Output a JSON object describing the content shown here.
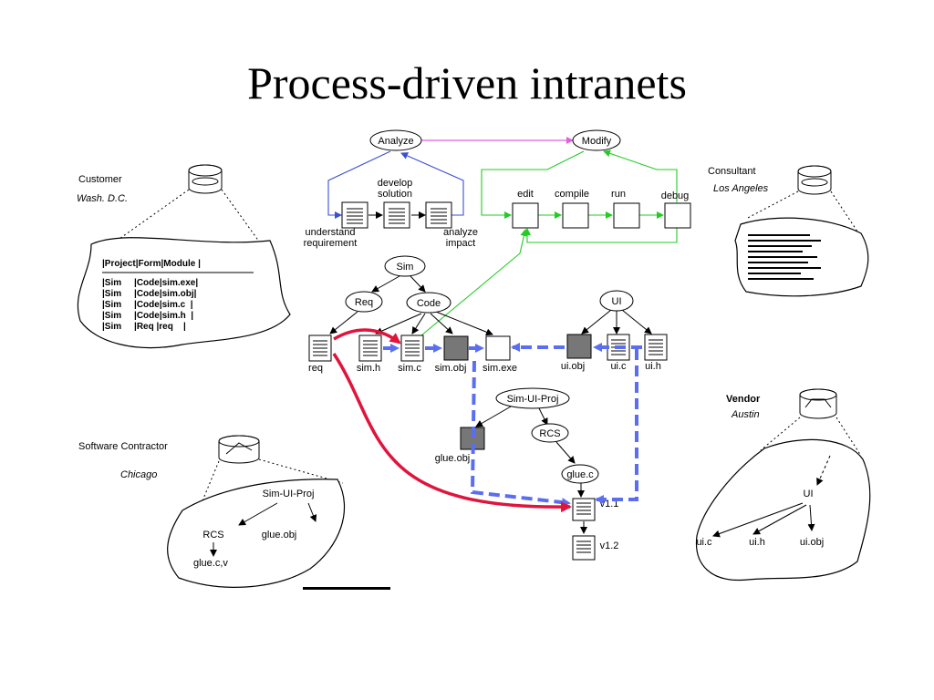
{
  "title": "Process-driven intranets",
  "colors": {
    "process": "#3a4fd6",
    "workflow": "#22cc22",
    "link_pink": "#e060e0",
    "req_red": "#e0143c",
    "dep_blue": "#5b6ef0",
    "box_gray": "#777777"
  },
  "process": {
    "analyze": "Analyze",
    "modify": "Modify",
    "develop_solution": [
      "develop",
      "solution"
    ],
    "understand_requirement": [
      "understand",
      "requirement"
    ],
    "analyze_impact": [
      "analyze",
      "impact"
    ],
    "edit": "edit",
    "compile": "compile",
    "run": "run",
    "debug": "debug"
  },
  "tree": {
    "sim": "Sim",
    "req": "Req",
    "code": "Code",
    "ui": "UI",
    "artifacts": [
      "req",
      "sim.h",
      "sim.c",
      "sim.obj",
      "sim.exe",
      "ui.obj",
      "ui.c",
      "ui.h"
    ],
    "sim_ui_proj": "Sim-UI-Proj",
    "glue_obj": "glue.obj",
    "rcs": "RCS",
    "glue_c": "glue.c",
    "v1_1": "v1.1",
    "v1_2": "v1.2"
  },
  "customer": {
    "name": "Customer",
    "location": "Wash. D.C.",
    "table_header": "|Project|Form|Module |",
    "rows": [
      "|Sim     |Code|sim.exe|",
      "|Sim     |Code|sim.obj|",
      "|Sim     |Code|sim.c  |",
      "|Sim     |Code|sim.h  |",
      "|Sim     |Req |req    |"
    ]
  },
  "consultant": {
    "name": "Consultant",
    "location": "Los Angeles"
  },
  "contractor": {
    "name": "Software Contractor",
    "location": "Chicago",
    "project": "Sim-UI-Proj",
    "rcs": "RCS",
    "glue_obj": "glue.obj",
    "glue_cv": "glue.c,v"
  },
  "vendor": {
    "name": "Vendor",
    "location": "Austin",
    "ui": "UI",
    "files": [
      "ui.c",
      "ui.h",
      "ui.obj"
    ]
  }
}
